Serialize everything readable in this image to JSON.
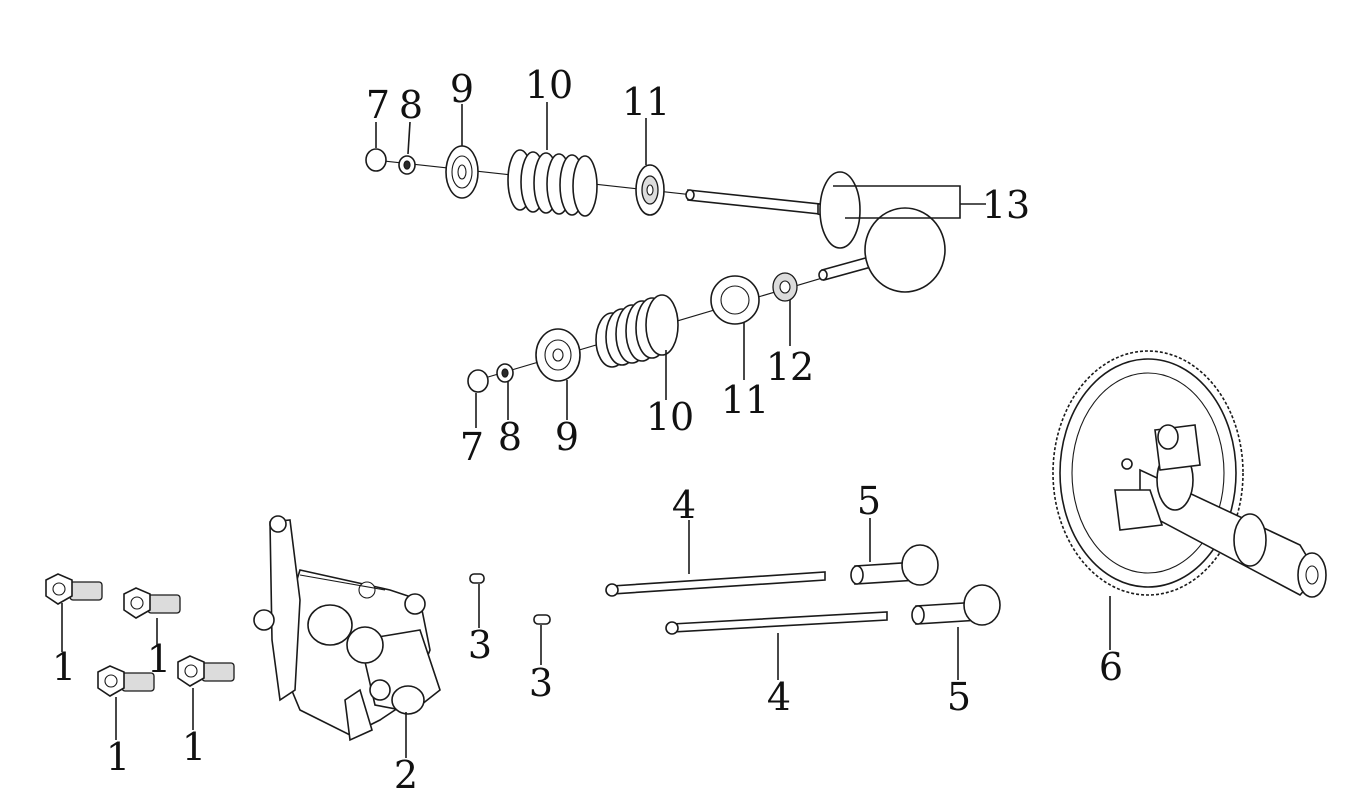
{
  "callouts": {
    "c1a": "1",
    "c1b": "1",
    "c1c": "1",
    "c1d": "1",
    "c2": "2",
    "c3a": "3",
    "c3b": "3",
    "c4a": "4",
    "c4b": "4",
    "c5a": "5",
    "c5b": "5",
    "c6": "6",
    "c7a": "7",
    "c7b": "7",
    "c8a": "8",
    "c8b": "8",
    "c9a": "9",
    "c9b": "9",
    "c10a": "10",
    "c10b": "10",
    "c11a": "11",
    "c11b": "11",
    "c12": "12",
    "c13": "13"
  }
}
